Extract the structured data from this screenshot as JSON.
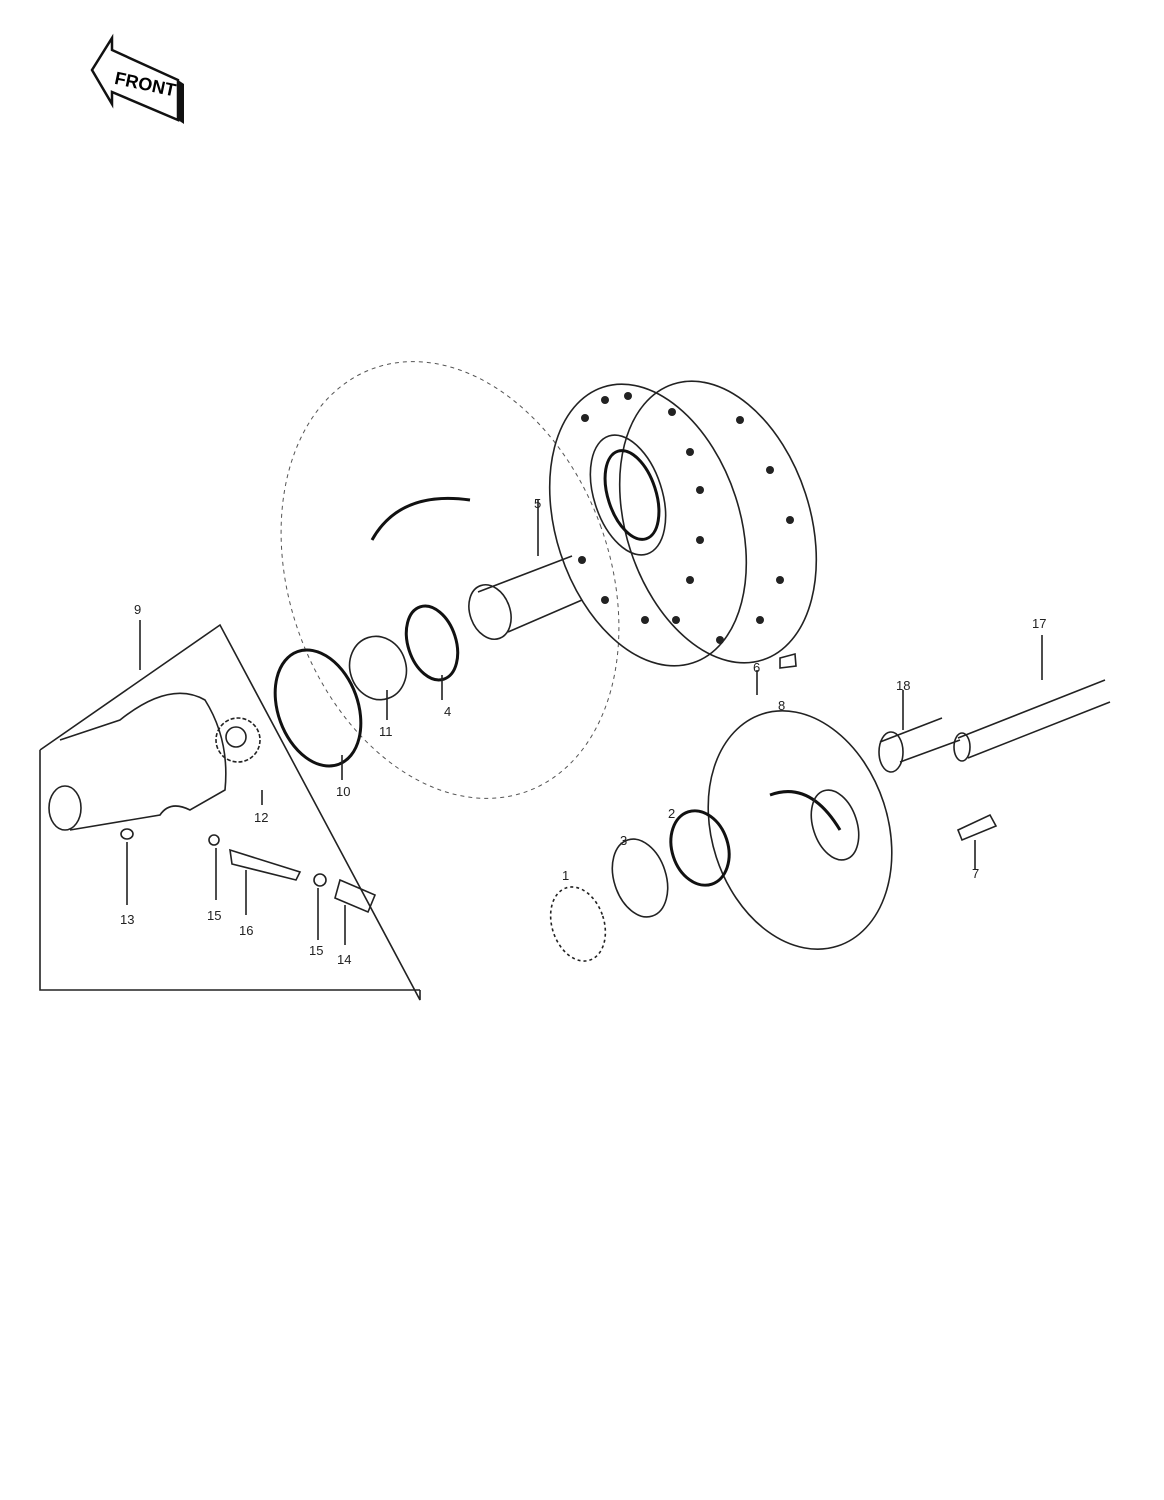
{
  "front_marker": "FRONT",
  "callouts": [
    {
      "id": "c9a",
      "text": "9"
    },
    {
      "id": "c12",
      "text": "12"
    },
    {
      "id": "c10",
      "text": "10"
    },
    {
      "id": "c11",
      "text": "11"
    },
    {
      "id": "c4",
      "text": "4"
    },
    {
      "id": "c5",
      "text": "5"
    },
    {
      "id": "c6",
      "text": "6"
    },
    {
      "id": "c8",
      "text": "8"
    },
    {
      "id": "c18",
      "text": "18"
    },
    {
      "id": "c17",
      "text": "17"
    },
    {
      "id": "c2",
      "text": "2"
    },
    {
      "id": "c3",
      "text": "3"
    },
    {
      "id": "c1",
      "text": "1"
    },
    {
      "id": "c7",
      "text": "7"
    },
    {
      "id": "c13",
      "text": "13"
    },
    {
      "id": "c15a",
      "text": "15"
    },
    {
      "id": "c16",
      "text": "16"
    },
    {
      "id": "c15b",
      "text": "15"
    },
    {
      "id": "c14",
      "text": "14"
    }
  ]
}
